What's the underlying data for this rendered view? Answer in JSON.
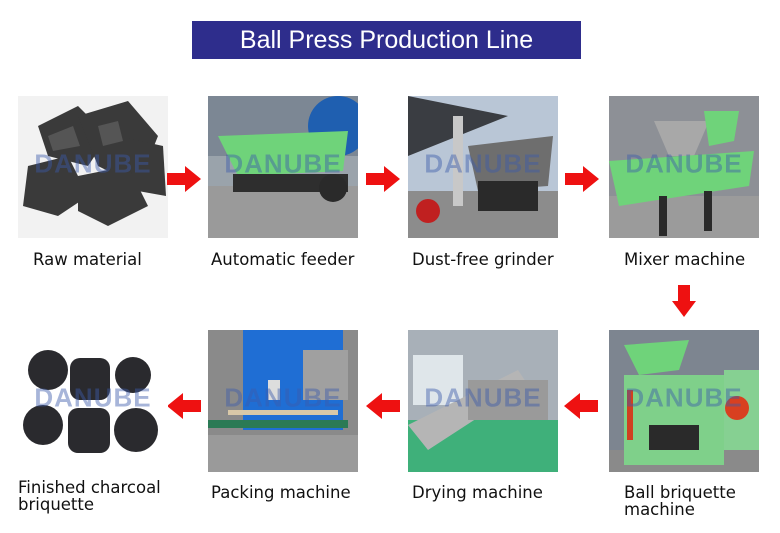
{
  "title": "Ball Press Production Line",
  "watermark": "DANUBE",
  "colors": {
    "title_bg": "#2e2d8c",
    "arrow": "#ee1111",
    "machine_green": "#6fd37a"
  },
  "steps": [
    {
      "label": "Raw material",
      "image": "charcoal-pieces"
    },
    {
      "label": "Automatic feeder",
      "image": "green-feeder"
    },
    {
      "label": "Dust-free grinder",
      "image": "grinder"
    },
    {
      "label": "Mixer machine",
      "image": "green-mixer"
    },
    {
      "label": "Ball briquette\nmachine",
      "image": "ball-press"
    },
    {
      "label": "Drying machine",
      "image": "dryer"
    },
    {
      "label": "Packing machine",
      "image": "packer"
    },
    {
      "label": "Finished charcoal\nbriquette",
      "image": "briquettes"
    }
  ],
  "flow": [
    "right",
    "right",
    "right",
    "down",
    "left",
    "left",
    "left"
  ]
}
